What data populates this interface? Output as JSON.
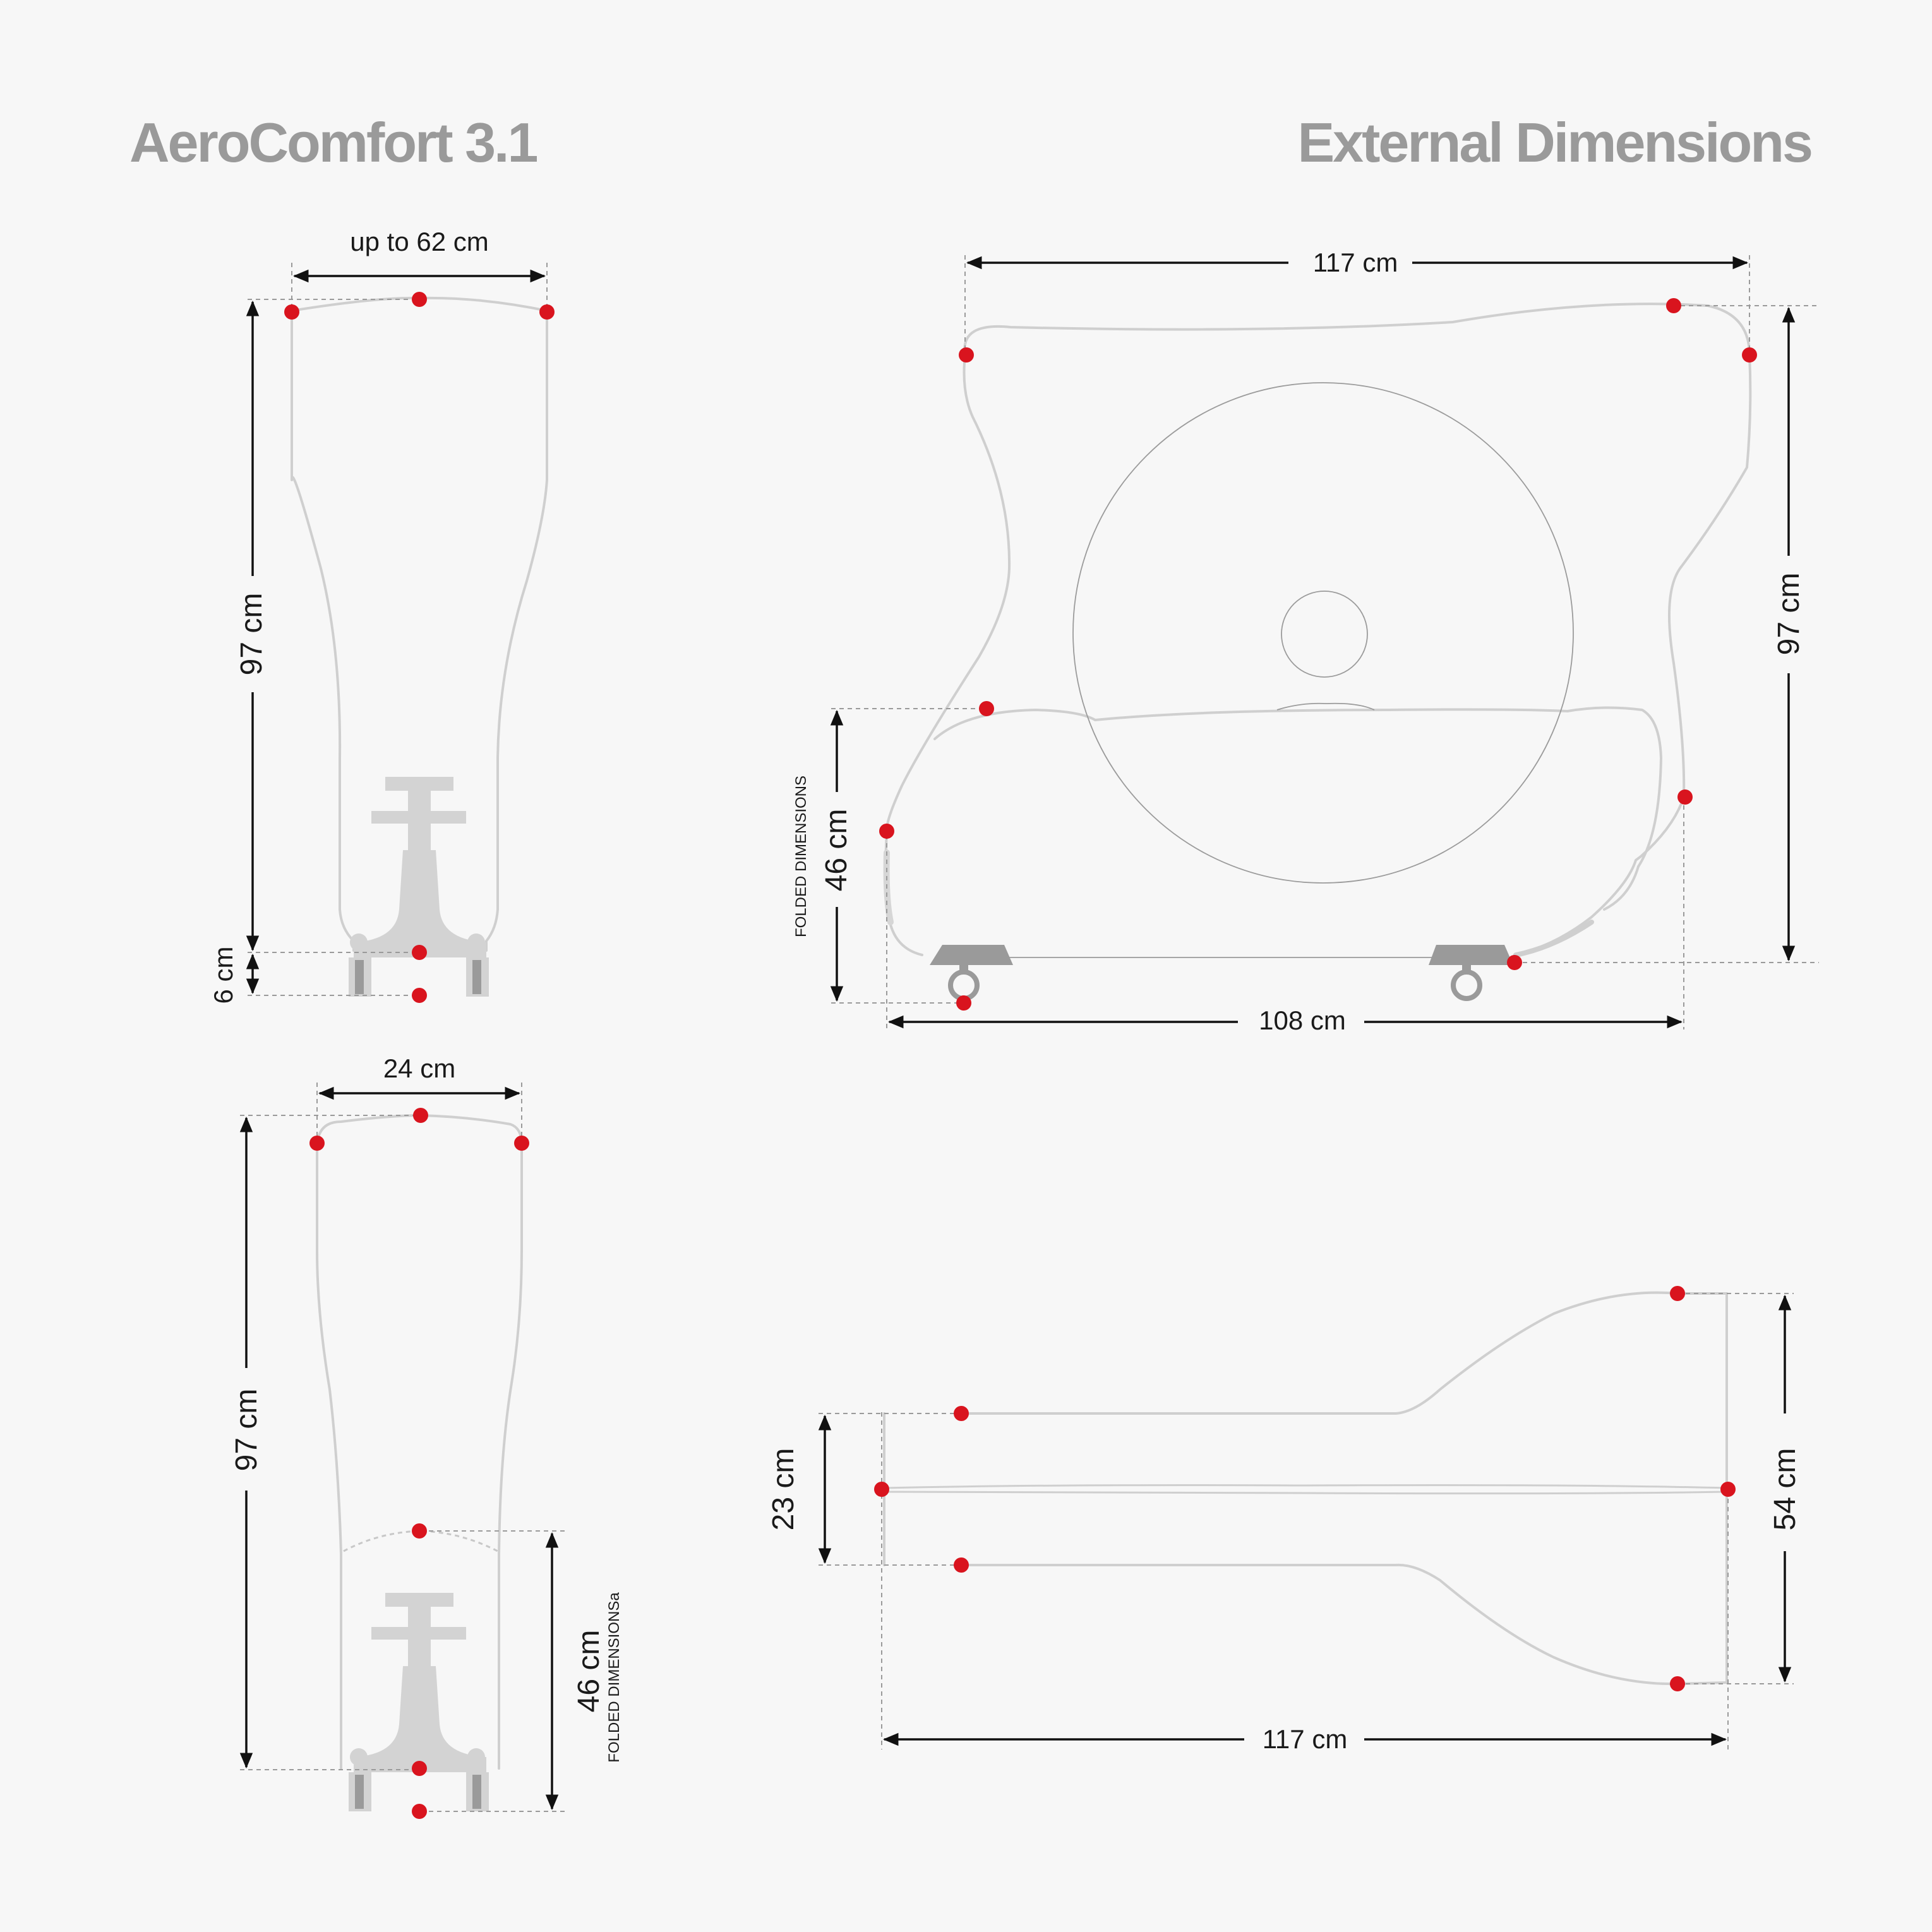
{
  "header": {
    "product_name": "AeroComfort 3.1",
    "section_title": "External Dimensions"
  },
  "front_view": {
    "width_label": "up to 62 cm",
    "height_label": "97 cm",
    "base_label": "6 cm"
  },
  "side_view": {
    "depth_label": "117 cm",
    "height_label": "97 cm",
    "folded_height_label": "46 cm",
    "folded_caption": "FOLDED DIMENSIONS",
    "base_label": "108 cm"
  },
  "folded_front_view": {
    "width_label": "24 cm",
    "height_label": "97 cm",
    "folded_height_label": "46 cm",
    "folded_caption": "FOLDED DIMENSIONSa"
  },
  "top_view": {
    "length_label": "117 cm",
    "width_label": "54 cm",
    "narrow_label": "23 cm"
  },
  "colors": {
    "accent": "#d9141e",
    "title": "#9a9a9a",
    "outline": "#cfcfcf",
    "background": "#f7f7f7"
  }
}
